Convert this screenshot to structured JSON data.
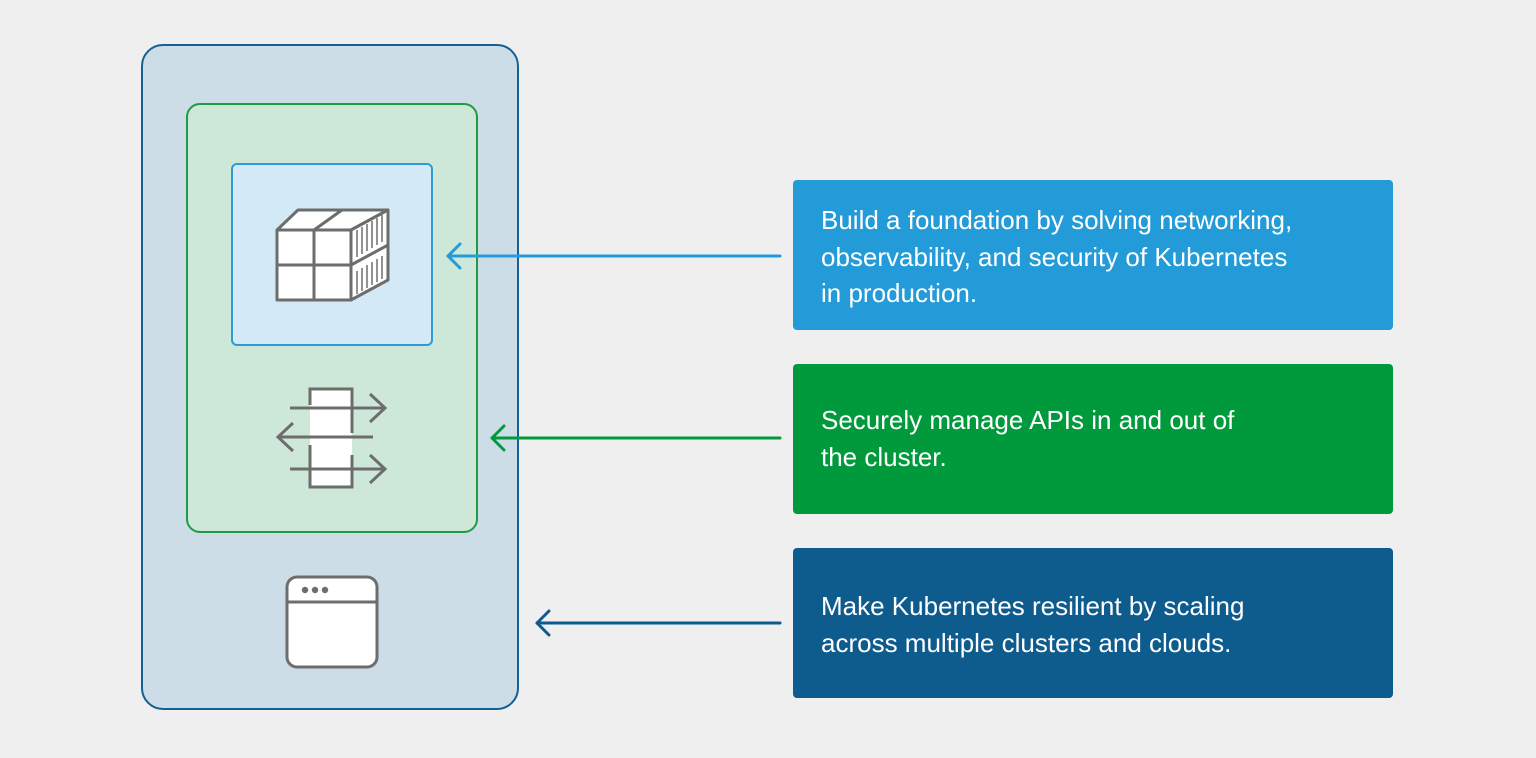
{
  "diagram": {
    "cards": [
      {
        "lines": [
          "Build a foundation by solving networking,",
          "observability, and security of Kubernetes",
          "in production."
        ],
        "color": "#229bd8"
      },
      {
        "lines": [
          "Securely manage APIs in and out of",
          "the cluster."
        ],
        "color": "#009a3d"
      },
      {
        "lines": [
          "Make Kubernetes resilient by scaling",
          "across multiple clusters and clouds."
        ],
        "color": "#0e5b8e"
      }
    ],
    "icons": [
      "container-icon",
      "api-gateway-icon",
      "browser-window-icon"
    ],
    "colors": {
      "background": "#efefef",
      "outer_border": "#155f94",
      "outer_fill": "#cddde7",
      "middle_border": "#1f9a45",
      "middle_fill": "#cde8d8",
      "inner_border": "#2e9bd6",
      "inner_fill": "#d4e9f6",
      "icon_stroke": "#6d6d6d"
    }
  }
}
